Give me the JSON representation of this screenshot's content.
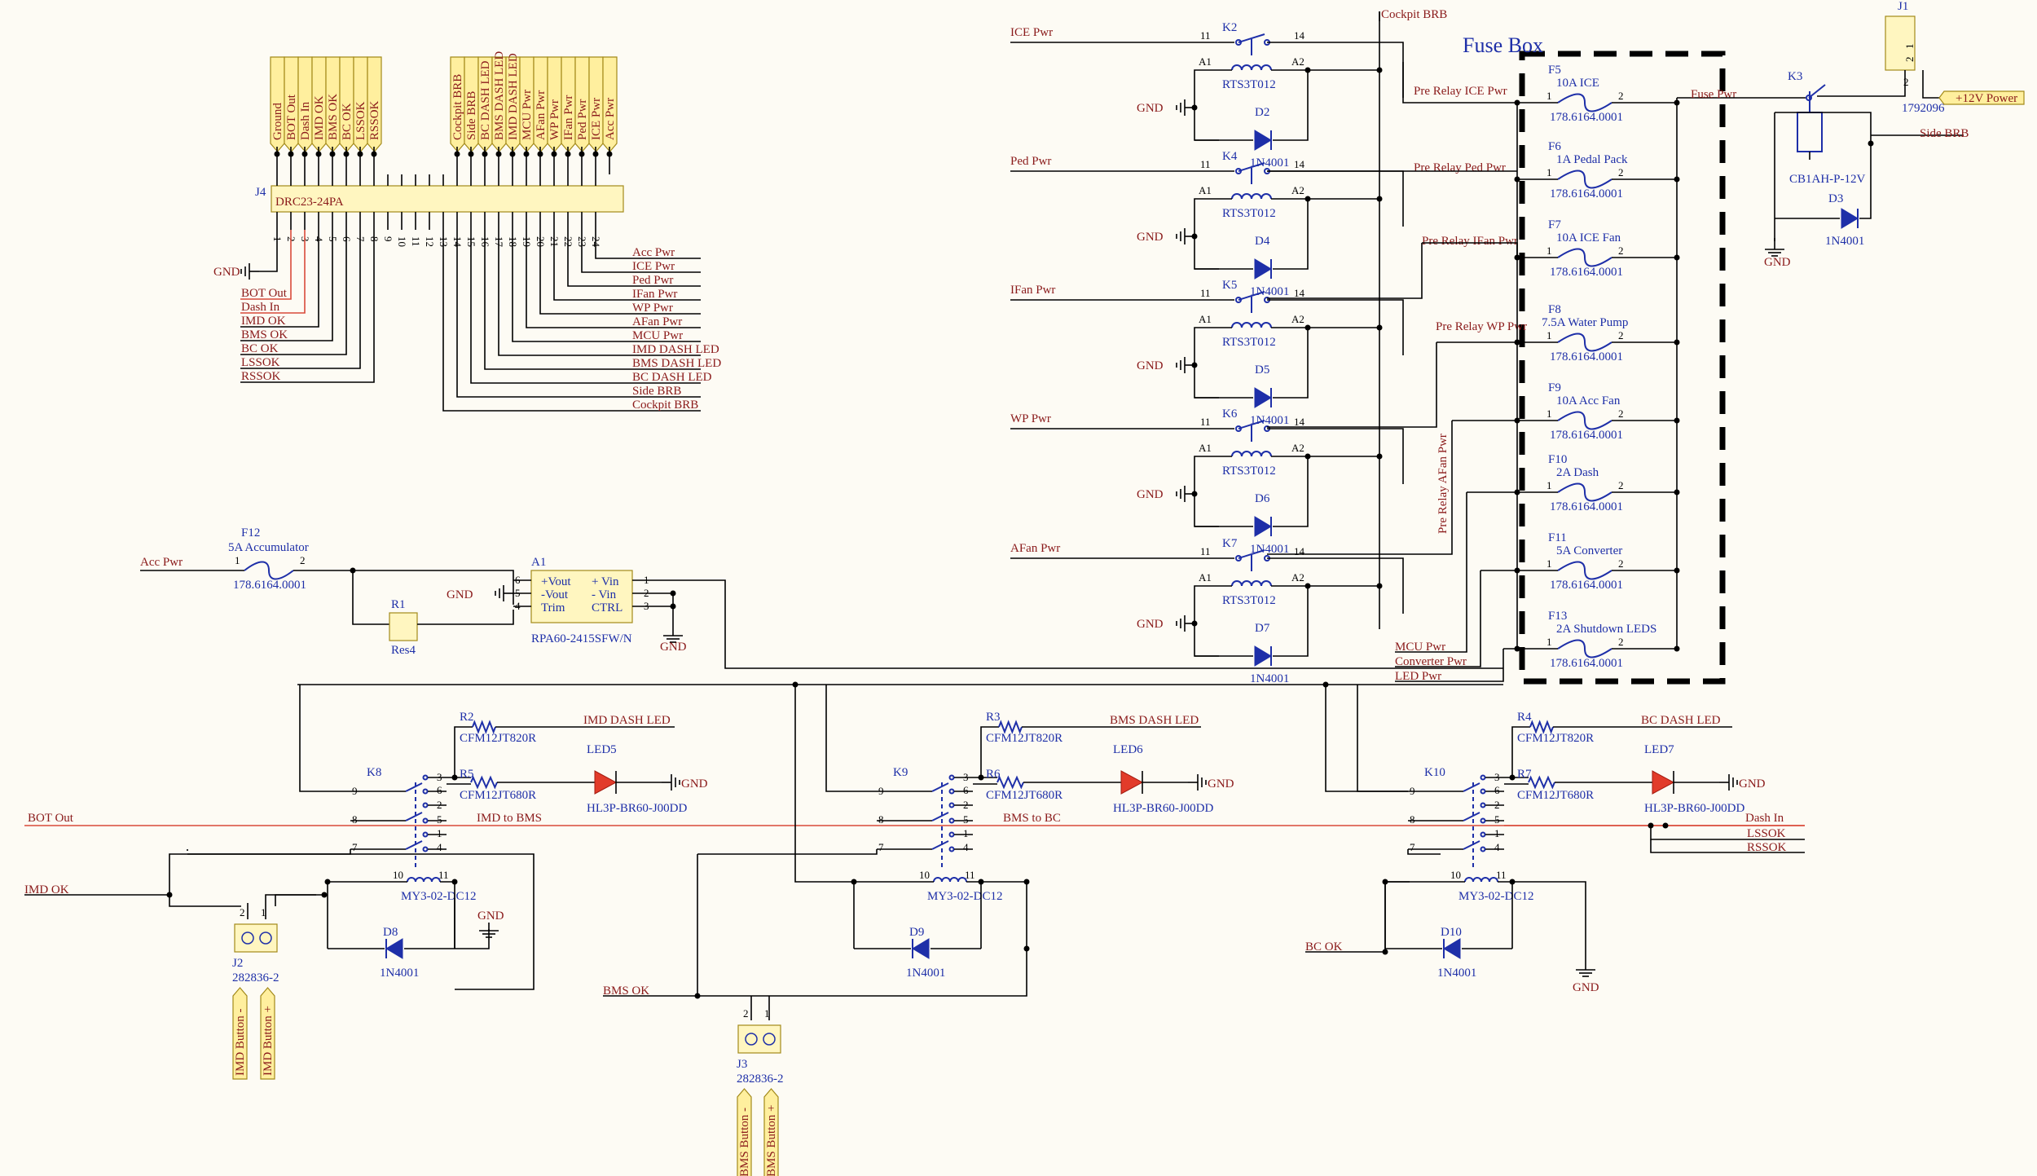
{
  "title": "Fuse Box",
  "connectors": {
    "J4": {
      "ref": "J4",
      "part": "DRC23-24PA",
      "pins": [
        "1",
        "2",
        "3",
        "4",
        "5",
        "6",
        "7",
        "8",
        "9",
        "10",
        "11",
        "12",
        "13",
        "14",
        "15",
        "16",
        "17",
        "18",
        "19",
        "20",
        "21",
        "22",
        "23",
        "24"
      ],
      "flags_left": [
        "Ground",
        "BOT Out",
        "Dash In",
        "IMD OK",
        "BMS OK",
        "BC OK",
        "LSSOK",
        "RSSOK"
      ],
      "flags_right": [
        "Cockpit BRB",
        "Side BRB",
        "BC DASH LED",
        "BMS DASH LED",
        "IMD DASH LED",
        "MCU Pwr",
        "AFan Pwr",
        "WP Pwr",
        "IFan Pwr",
        "Ped Pwr",
        "ICE Pwr",
        "Acc Pwr"
      ],
      "nets_left": [
        "BOT Out",
        "Dash In",
        "IMD OK",
        "BMS OK",
        "BC OK",
        "LSSOK",
        "RSSOK"
      ],
      "nets_right": [
        "Acc Pwr",
        "ICE Pwr",
        "Ped Pwr",
        "IFan Pwr",
        "WP Pwr",
        "AFan Pwr",
        "MCU Pwr",
        "IMD DASH LED",
        "BMS DASH LED",
        "BC DASH LED",
        "Side BRB",
        "Cockpit BRB"
      ],
      "gnd": "GND"
    },
    "J1": {
      "ref": "J1",
      "part": "1792096",
      "pin1": "1",
      "pin2": "2",
      "flag": "+12V Power"
    },
    "J2": {
      "ref": "J2",
      "part": "282836-2",
      "pin1": "1",
      "pin2": "2",
      "flags": [
        "IMD Button -",
        "IMD Button +"
      ]
    },
    "J3": {
      "ref": "J3",
      "part": "282836-2",
      "pin1": "1",
      "pin2": "2",
      "flags": [
        "BMS Button -",
        "BMS Button +"
      ]
    }
  },
  "relays": [
    {
      "ref": "K2",
      "in": "ICE Pwr",
      "out": "Pre Relay ICE Pwr",
      "coil": "RTS3T012",
      "diode": "D2"
    },
    {
      "ref": "K4",
      "in": "Ped Pwr",
      "out": "Pre Relay Ped Pwr",
      "coil": "RTS3T012",
      "diode": "D4"
    },
    {
      "ref": "K5",
      "in": "IFan Pwr",
      "out": "Pre Relay IFan Pwr",
      "coil": "RTS3T012",
      "diode": "D5"
    },
    {
      "ref": "K6",
      "in": "WP Pwr",
      "out": "Pre Relay WP Pwr",
      "coil": "RTS3T012",
      "diode": "D6"
    },
    {
      "ref": "K7",
      "in": "AFan Pwr",
      "out": "Pre Relay AFan Pwr",
      "coil": "RTS3T012",
      "diode": "D7"
    }
  ],
  "relay_pins": {
    "p11": "11",
    "p14": "14",
    "a1": "A1",
    "a2": "A2",
    "gnd": "GND",
    "diode_part": "1N4001"
  },
  "fuses": [
    {
      "ref": "F5",
      "val": "10A ICE",
      "part": "178.6164.0001"
    },
    {
      "ref": "F6",
      "val": "1A Pedal Pack",
      "part": "178.6164.0001"
    },
    {
      "ref": "F7",
      "val": "10A ICE Fan",
      "part": "178.6164.0001"
    },
    {
      "ref": "F8",
      "val": "7.5A Water Pump",
      "part": "178.6164.0001"
    },
    {
      "ref": "F9",
      "val": "10A Acc Fan",
      "part": "178.6164.0001"
    },
    {
      "ref": "F10",
      "val": "2A Dash",
      "part": "178.6164.0001"
    },
    {
      "ref": "F11",
      "val": "5A Converter",
      "part": "178.6164.0001"
    },
    {
      "ref": "F13",
      "val": "2A Shutdown LEDS",
      "part": "178.6164.0001"
    }
  ],
  "fuse_nets": {
    "cockpit": "Cockpit BRB",
    "fuse_pwr": "Fuse Pwr",
    "mcu": "MCU Pwr",
    "conv": "Converter Pwr",
    "led": "LED Pwr",
    "side": "Side BRB"
  },
  "k3": {
    "ref": "K3",
    "part": "CB1AH-P-12V",
    "diode": "D3",
    "diode_part": "1N4001",
    "gnd": "GND"
  },
  "f12": {
    "ref": "F12",
    "val": "5A Accumulator",
    "part": "178.6164.0001",
    "net": "Acc Pwr",
    "p1": "1",
    "p2": "2"
  },
  "a1": {
    "ref": "A1",
    "part": "RPA60-2415SFW/N",
    "pins_l": [
      "+Vout",
      "-Vout",
      "Trim"
    ],
    "pins_r": [
      "+ Vin",
      "- Vin",
      "CTRL"
    ],
    "nums_l": [
      "6",
      "5",
      "4"
    ],
    "nums_r": [
      "1",
      "2",
      "3"
    ],
    "gnd": "GND"
  },
  "r1": {
    "ref": "R1",
    "part": "Res4"
  },
  "dash": [
    {
      "k": "K8",
      "coil": "MY3-02-DC12",
      "r2": "R2",
      "r2p": "CFM12JT820R",
      "r5": "R5",
      "r5p": "CFM12JT680R",
      "led": "LED5",
      "ledp": "HL3P-BR60-J00DD",
      "ledn": "IMD DASH LED",
      "d": "D8",
      "dp": "1N4001",
      "out": "IMD to BMS"
    },
    {
      "k": "K9",
      "coil": "MY3-02-DC12",
      "r2": "R3",
      "r2p": "CFM12JT820R",
      "r5": "R6",
      "r5p": "CFM12JT680R",
      "led": "LED6",
      "ledp": "HL3P-BR60-J00DD",
      "ledn": "BMS DASH LED",
      "d": "D9",
      "dp": "1N4001",
      "out": "BMS to BC"
    },
    {
      "k": "K10",
      "coil": "MY3-02-DC12",
      "r2": "R4",
      "r2p": "CFM12JT820R",
      "r5": "R7",
      "r5p": "CFM12JT680R",
      "led": "LED7",
      "ledp": "HL3P-BR60-J00DD",
      "ledn": "BC DASH LED",
      "d": "D10",
      "dp": "1N4001",
      "out": ""
    }
  ],
  "dash_nets": {
    "bot": "BOT Out",
    "imd": "IMD OK",
    "bms": "BMS OK",
    "bc": "BC OK",
    "dash_in": "Dash In",
    "lss": "LSSOK",
    "rss": "RSSOK",
    "gnd": "GND"
  },
  "k_pins": [
    "9",
    "8",
    "7",
    "6",
    "5",
    "4",
    "3",
    "2",
    "1",
    "10",
    "11"
  ]
}
